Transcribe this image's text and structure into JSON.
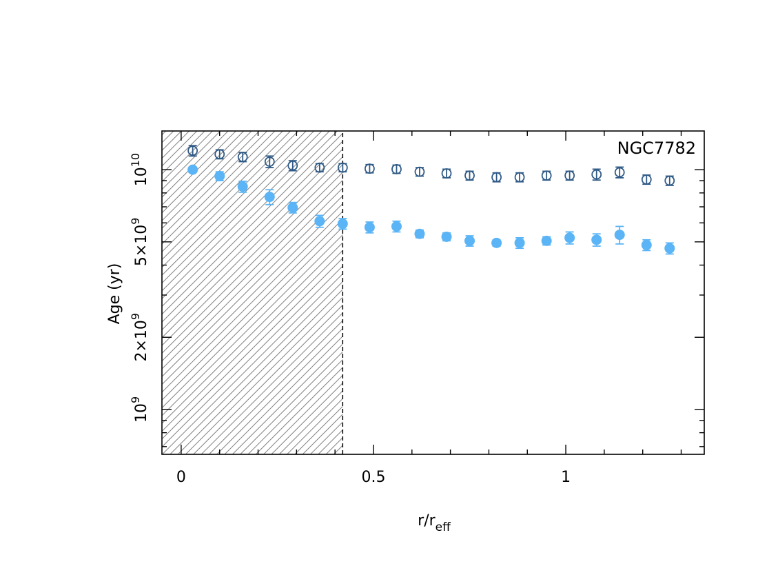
{
  "chart_data": {
    "type": "scatter",
    "title": "NGC7782",
    "xlabel": "r/r",
    "xlabel_sub": "eff",
    "ylabel": "Age (yr)",
    "x_scale": "linear",
    "y_scale": "log",
    "xlim": [
      -0.05,
      1.36
    ],
    "ylim": [
      650000000,
      14500000000
    ],
    "x_ticks": [
      {
        "value": 0,
        "label": "0"
      },
      {
        "value": 0.5,
        "label": "0.5"
      },
      {
        "value": 1,
        "label": "1"
      }
    ],
    "y_ticks": [
      {
        "value": 1000000000,
        "label": "10",
        "sup": "9"
      },
      {
        "value": 2000000000,
        "label": "2×10",
        "sup": "9"
      },
      {
        "value": 5000000000,
        "label": "5×10",
        "sup": "9"
      },
      {
        "value": 10000000000,
        "label": "10",
        "sup": "10"
      }
    ],
    "shaded_region": {
      "x_from": -0.05,
      "x_to": 0.42,
      "pattern": "diagonal hatch"
    },
    "series": [
      {
        "marker": "open-circle",
        "color": "#2f5a86",
        "x": [
          0.03,
          0.1,
          0.16,
          0.23,
          0.29,
          0.36,
          0.42,
          0.49,
          0.56,
          0.62,
          0.69,
          0.75,
          0.82,
          0.88,
          0.95,
          1.01,
          1.08,
          1.14,
          1.21,
          1.27
        ],
        "y": [
          12000000000,
          11600000000,
          11300000000,
          10800000000,
          10400000000,
          10200000000,
          10200000000,
          10100000000,
          10050000000,
          9800000000,
          9650000000,
          9450000000,
          9300000000,
          9300000000,
          9450000000,
          9450000000,
          9550000000,
          9750000000,
          9100000000,
          9000000000
        ],
        "err": [
          600000000,
          500000000,
          500000000,
          600000000,
          500000000,
          400000000,
          400000000,
          400000000,
          400000000,
          400000000,
          400000000,
          400000000,
          400000000,
          400000000,
          400000000,
          400000000,
          500000000,
          500000000,
          400000000,
          400000000
        ]
      },
      {
        "marker": "filled-circle",
        "color": "#5ab4f5",
        "x": [
          0.03,
          0.1,
          0.16,
          0.23,
          0.29,
          0.36,
          0.42,
          0.49,
          0.56,
          0.62,
          0.69,
          0.75,
          0.82,
          0.88,
          0.95,
          1.01,
          1.08,
          1.14,
          1.21,
          1.27
        ],
        "y": [
          10000000000,
          9400000000,
          8500000000,
          7700000000,
          6950000000,
          6100000000,
          5950000000,
          5750000000,
          5800000000,
          5400000000,
          5250000000,
          5050000000,
          4950000000,
          4950000000,
          5050000000,
          5200000000,
          5100000000,
          5350000000,
          4850000000,
          4700000000
        ],
        "err": [
          250000000,
          400000000,
          450000000,
          550000000,
          350000000,
          350000000,
          300000000,
          300000000,
          300000000,
          200000000,
          200000000,
          250000000,
          150000000,
          250000000,
          200000000,
          300000000,
          300000000,
          450000000,
          250000000,
          250000000
        ]
      }
    ]
  }
}
